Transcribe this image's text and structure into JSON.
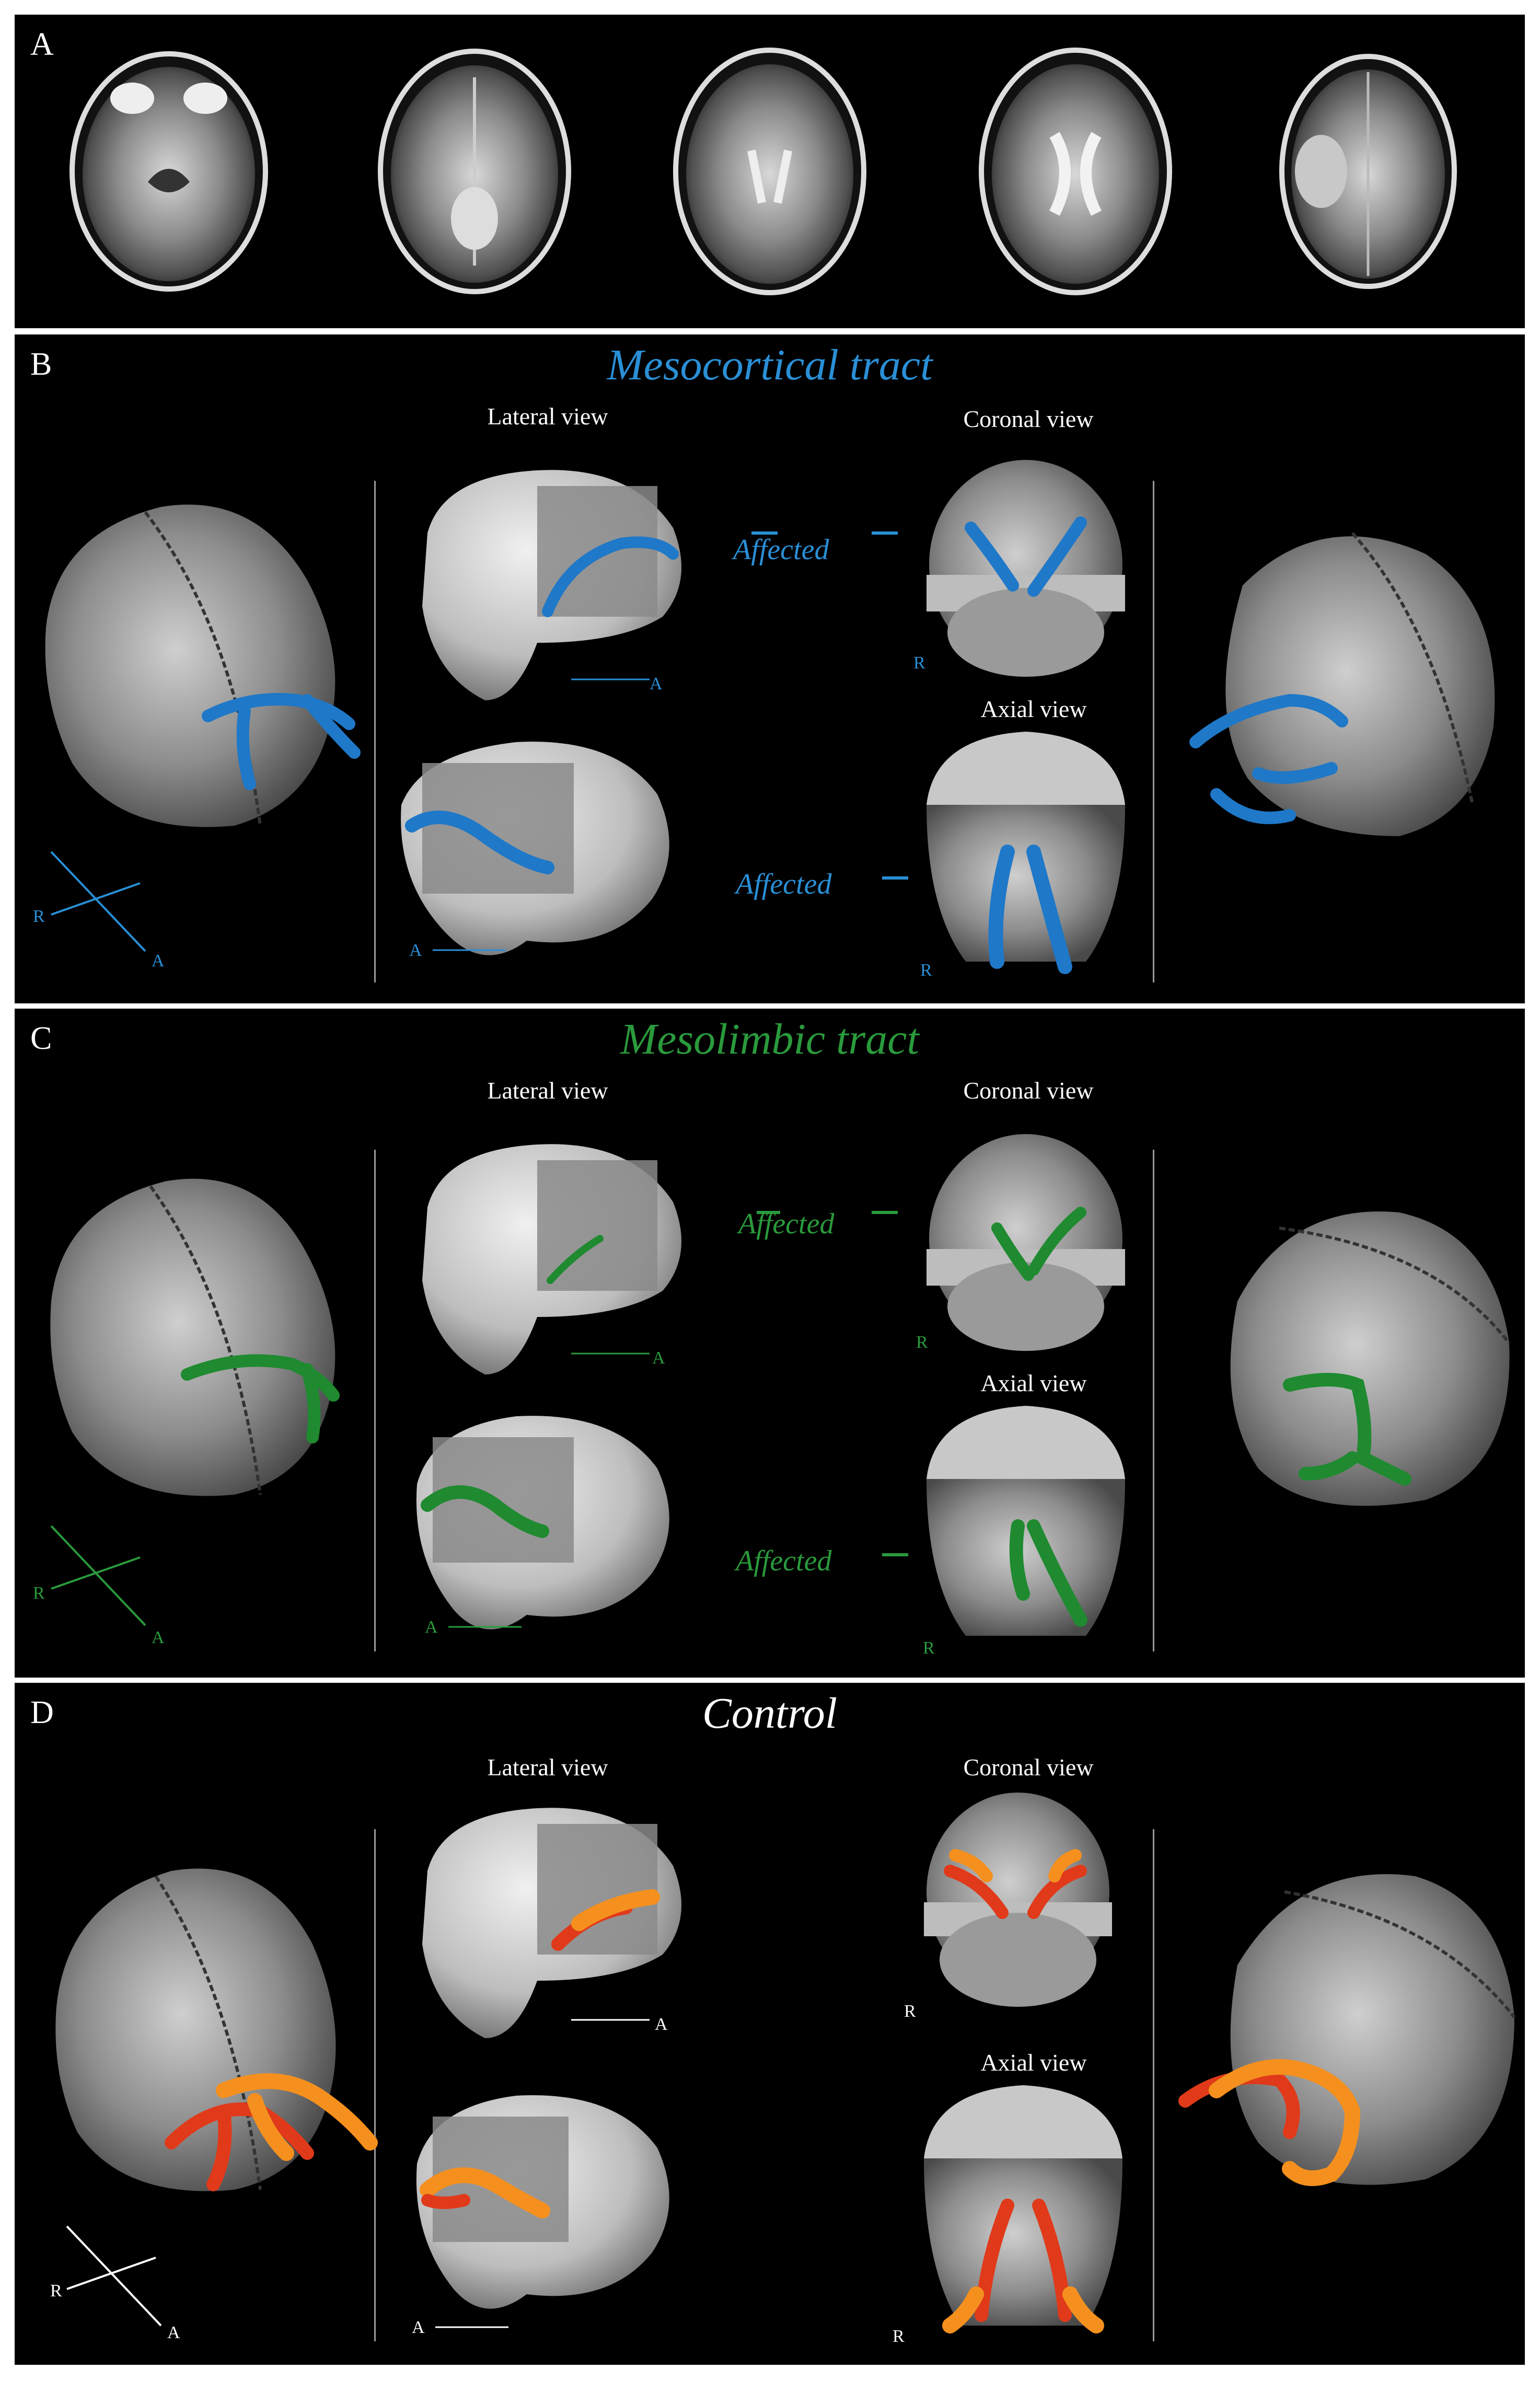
{
  "panels": {
    "a": {
      "label": "A"
    },
    "b": {
      "label": "B",
      "title": "Mesocortical tract",
      "color": "#2a8fd6",
      "lateral_view": "Lateral view",
      "coronal_view": "Coronal view",
      "axial_view": "Axial view",
      "affected_1": "Affected",
      "affected_2": "Affected",
      "orient_r": "R",
      "orient_a": "A"
    },
    "c": {
      "label": "C",
      "title": "Mesolimbic tract",
      "color": "#2a9a3c",
      "lateral_view": "Lateral view",
      "coronal_view": "Coronal view",
      "axial_view": "Axial view",
      "affected_1": "Affected",
      "affected_2": "Affected",
      "orient_r": "R",
      "orient_a": "A"
    },
    "d": {
      "label": "D",
      "title": "Control",
      "color": "#ffffff",
      "tract_colors": [
        "#e03a1a",
        "#f5901e"
      ],
      "lateral_view": "Lateral view",
      "coronal_view": "Coronal view",
      "axial_view": "Axial view",
      "orient_r": "R",
      "orient_a": "A"
    }
  }
}
